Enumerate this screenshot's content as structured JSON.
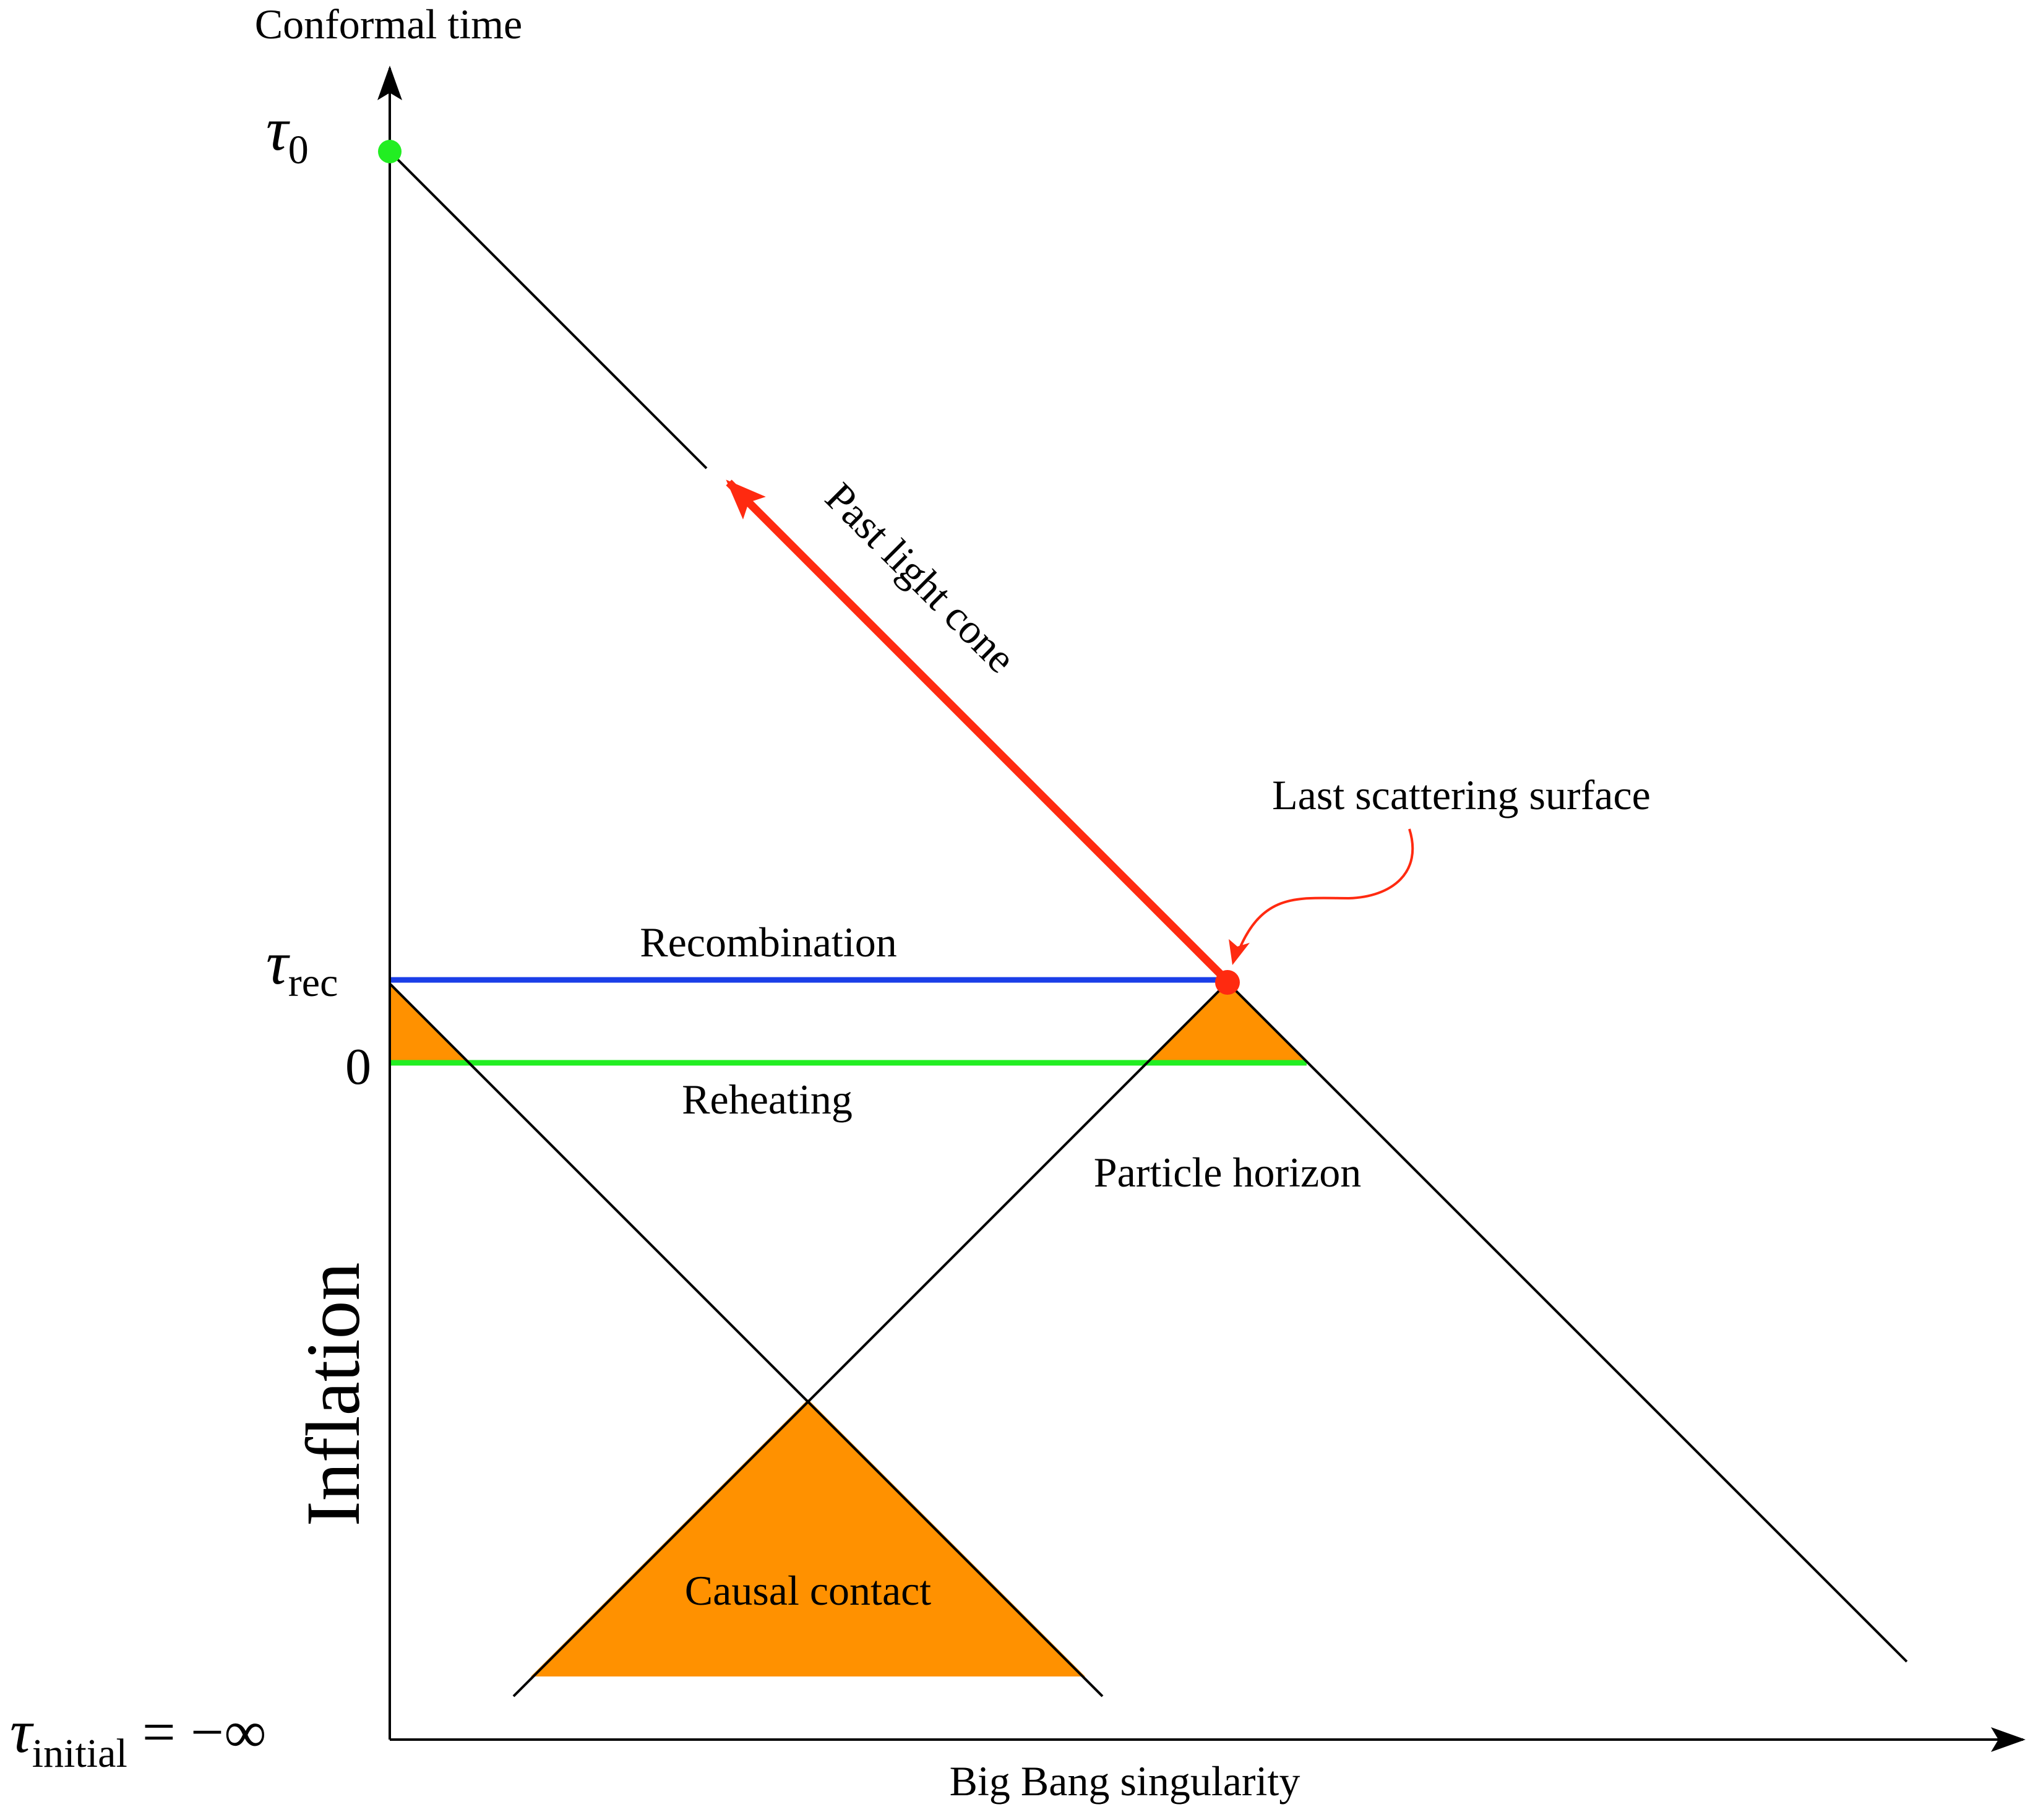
{
  "axes": {
    "y_label": "Conformal time",
    "x_label": "Big Bang singularity"
  },
  "ticks": {
    "tau0": {
      "symbol": "τ",
      "subscript": "0"
    },
    "tau_rec": {
      "symbol": "τ",
      "subscript": "rec"
    },
    "zero": "0",
    "tau_initial": {
      "symbol": "τ",
      "subscript": "initial",
      "suffix": " = −∞"
    }
  },
  "labels": {
    "past_light_cone": "Past light cone",
    "last_scattering": "Last scattering surface",
    "recombination": "Recombination",
    "reheating": "Reheating",
    "particle_horizon": "Particle horizon",
    "inflation": "Inflation",
    "causal_contact": "Causal contact"
  },
  "colors": {
    "axis": "#000000",
    "light_cone": "#000000",
    "arrow": "#ff2a10",
    "recombination_line": "#1a3ee8",
    "reheating_line": "#22ee22",
    "observer_dot": "#22ee22",
    "last_scattering_dot": "#ff2a10",
    "causal_fill": "#ff9100"
  }
}
